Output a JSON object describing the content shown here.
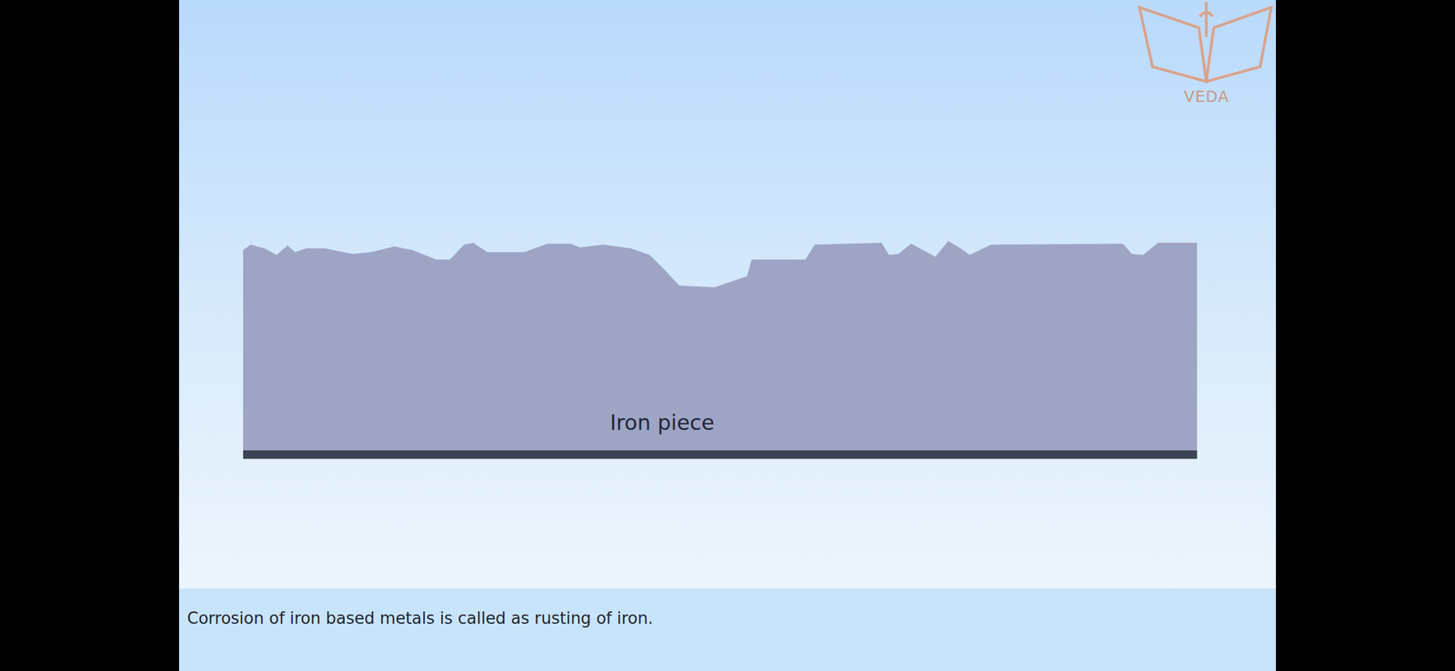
{
  "diagram": {
    "caption": "Corrosion of iron based metals is called as rusting of iron.",
    "nodes": [
      {
        "text": [
          "Iron piece"
        ]
      }
    ],
    "labels": [
      "VEDA"
    ]
  }
}
